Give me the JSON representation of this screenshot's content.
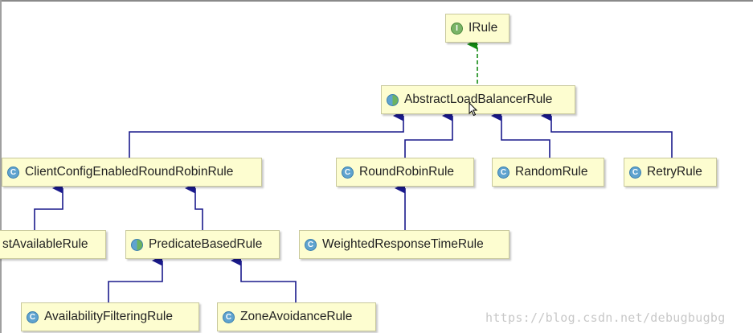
{
  "nodes": {
    "irule": {
      "label": "IRule",
      "badge": "I",
      "kind": "interface"
    },
    "abstract_lb": {
      "label": "AbstractLoadBalancerRule",
      "badge": "C",
      "kind": "abstract"
    },
    "client_config": {
      "label": "ClientConfigEnabledRoundRobinRule",
      "badge": "C",
      "kind": "class"
    },
    "round_robin": {
      "label": "RoundRobinRule",
      "badge": "C",
      "kind": "class"
    },
    "random": {
      "label": "RandomRule",
      "badge": "C",
      "kind": "class"
    },
    "retry": {
      "label": "RetryRule",
      "badge": "C",
      "kind": "class"
    },
    "best_available": {
      "label": "stAvailableRule",
      "kind": "class"
    },
    "predicate_based": {
      "label": "PredicateBasedRule",
      "badge": "C",
      "kind": "abstract"
    },
    "weighted": {
      "label": "WeightedResponseTimeRule",
      "badge": "C",
      "kind": "class"
    },
    "availability": {
      "label": "AvailabilityFilteringRule",
      "badge": "C",
      "kind": "class"
    },
    "zone": {
      "label": "ZoneAvoidanceRule",
      "badge": "C",
      "kind": "class"
    }
  },
  "colors": {
    "implements_arrow": "#138a13",
    "extends_arrow": "#1a1a8c",
    "node_fill": "#fdfdd0",
    "node_border": "#c8c89c"
  },
  "watermark": "https://blog.csdn.net/debugbugbg"
}
